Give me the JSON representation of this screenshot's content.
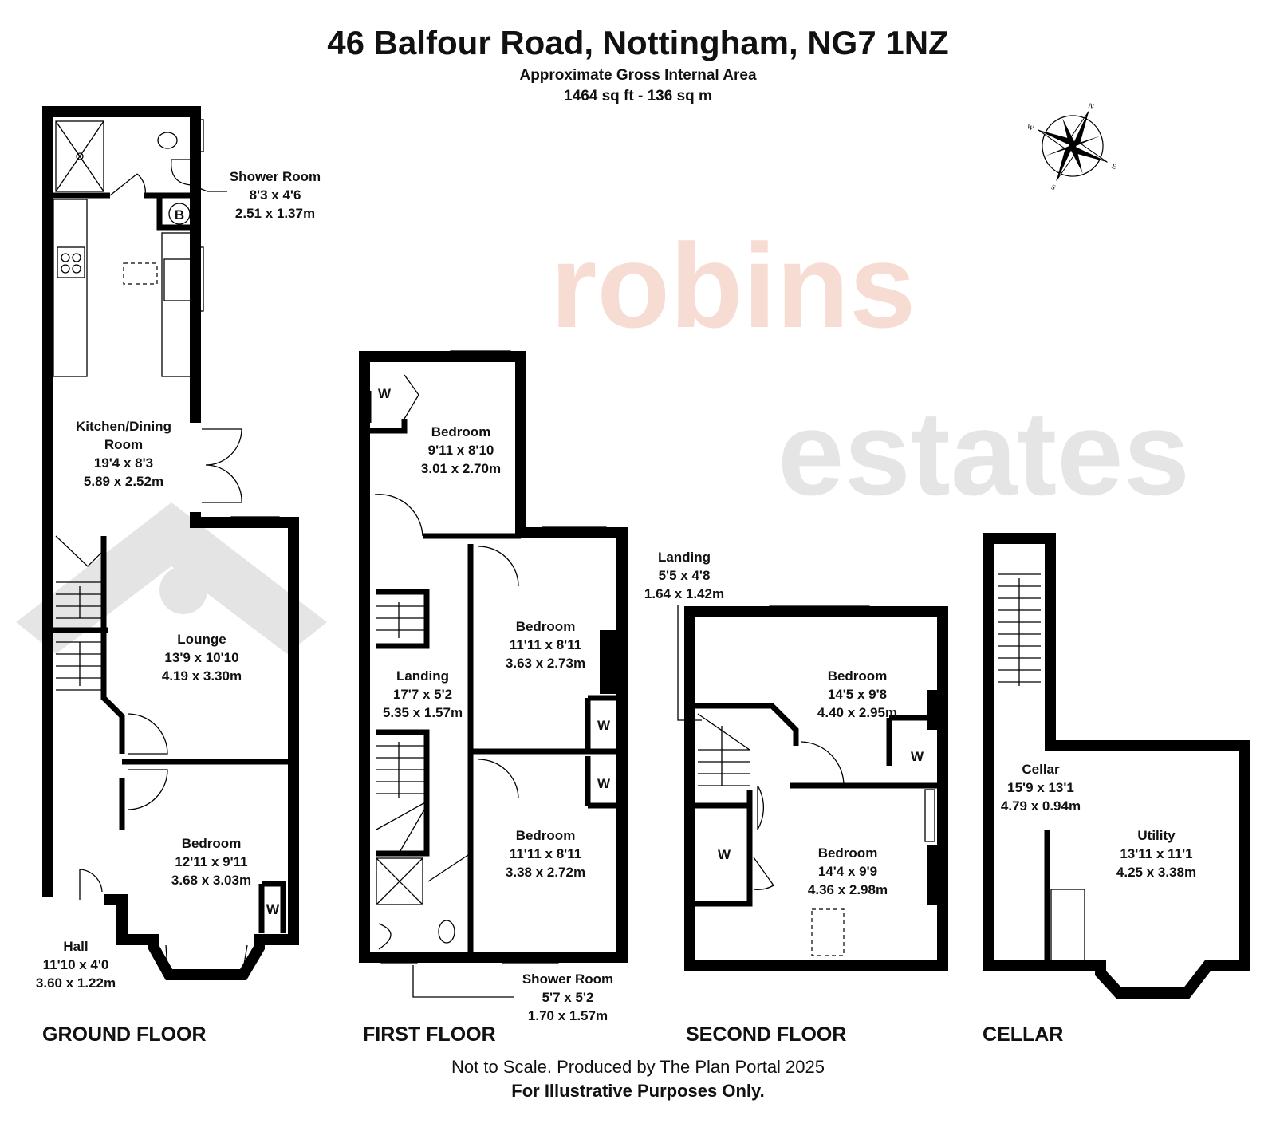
{
  "header": {
    "title": "46 Balfour Road, Nottingham, NG7 1NZ",
    "subtitle": "Approximate Gross Internal Area",
    "area": "1464 sq ft - 136 sq m"
  },
  "watermark": {
    "part1": "robins",
    "part2": "estates",
    "color1": "#f7d9cf",
    "color2": "#e4e4e4"
  },
  "compass": {
    "n": "N",
    "e": "E",
    "s": "S",
    "w": "W"
  },
  "floors": {
    "ground": {
      "label": "GROUND FLOOR",
      "rooms": [
        {
          "name": "Shower Room",
          "imperial": "8'3 x 4'6",
          "metric": "2.51 x 1.37m"
        },
        {
          "name": "Kitchen/Dining",
          "name2": "Room",
          "imperial": "19'4 x 8'3",
          "metric": "5.89 x 2.52m"
        },
        {
          "name": "Lounge",
          "imperial": "13'9 x 10'10",
          "metric": "4.19 x 3.30m"
        },
        {
          "name": "Bedroom",
          "imperial": "12'11 x 9'11",
          "metric": "3.68 x 3.03m"
        },
        {
          "name": "Hall",
          "imperial": "11'10 x 4'0",
          "metric": "3.60 x 1.22m"
        }
      ],
      "boiler": "B",
      "wardrobe": "W"
    },
    "first": {
      "label": "FIRST FLOOR",
      "rooms": [
        {
          "name": "Bedroom",
          "imperial": "9'11 x 8'10",
          "metric": "3.01 x 2.70m"
        },
        {
          "name": "Bedroom",
          "imperial": "11'11 x 8'11",
          "metric": "3.63 x 2.73m"
        },
        {
          "name": "Landing",
          "imperial": "17'7 x 5'2",
          "metric": "5.35 x 1.57m"
        },
        {
          "name": "Bedroom",
          "imperial": "11'11 x 8'11",
          "metric": "3.38 x 2.72m"
        },
        {
          "name": "Shower Room",
          "imperial": "5'7 x 5'2",
          "metric": "1.70 x 1.57m"
        }
      ],
      "wardrobe": "W"
    },
    "second": {
      "label": "SECOND FLOOR",
      "rooms": [
        {
          "name": "Landing",
          "imperial": "5'5 x 4'8",
          "metric": "1.64 x 1.42m"
        },
        {
          "name": "Bedroom",
          "imperial": "14'5 x 9'8",
          "metric": "4.40 x 2.95m"
        },
        {
          "name": "Bedroom",
          "imperial": "14'4 x 9'9",
          "metric": "4.36 x 2.98m"
        }
      ],
      "wardrobe": "W"
    },
    "cellar": {
      "label": "CELLAR",
      "rooms": [
        {
          "name": "Cellar",
          "imperial": "15'9 x 13'1",
          "metric": "4.79 x 0.94m"
        },
        {
          "name": "Utility",
          "imperial": "13'11 x 11'1",
          "metric": "4.25 x 3.38m"
        }
      ]
    }
  },
  "footer": {
    "line1": "Not to Scale. Produced by The Plan Portal 2025",
    "line2": "For Illustrative Purposes Only."
  }
}
